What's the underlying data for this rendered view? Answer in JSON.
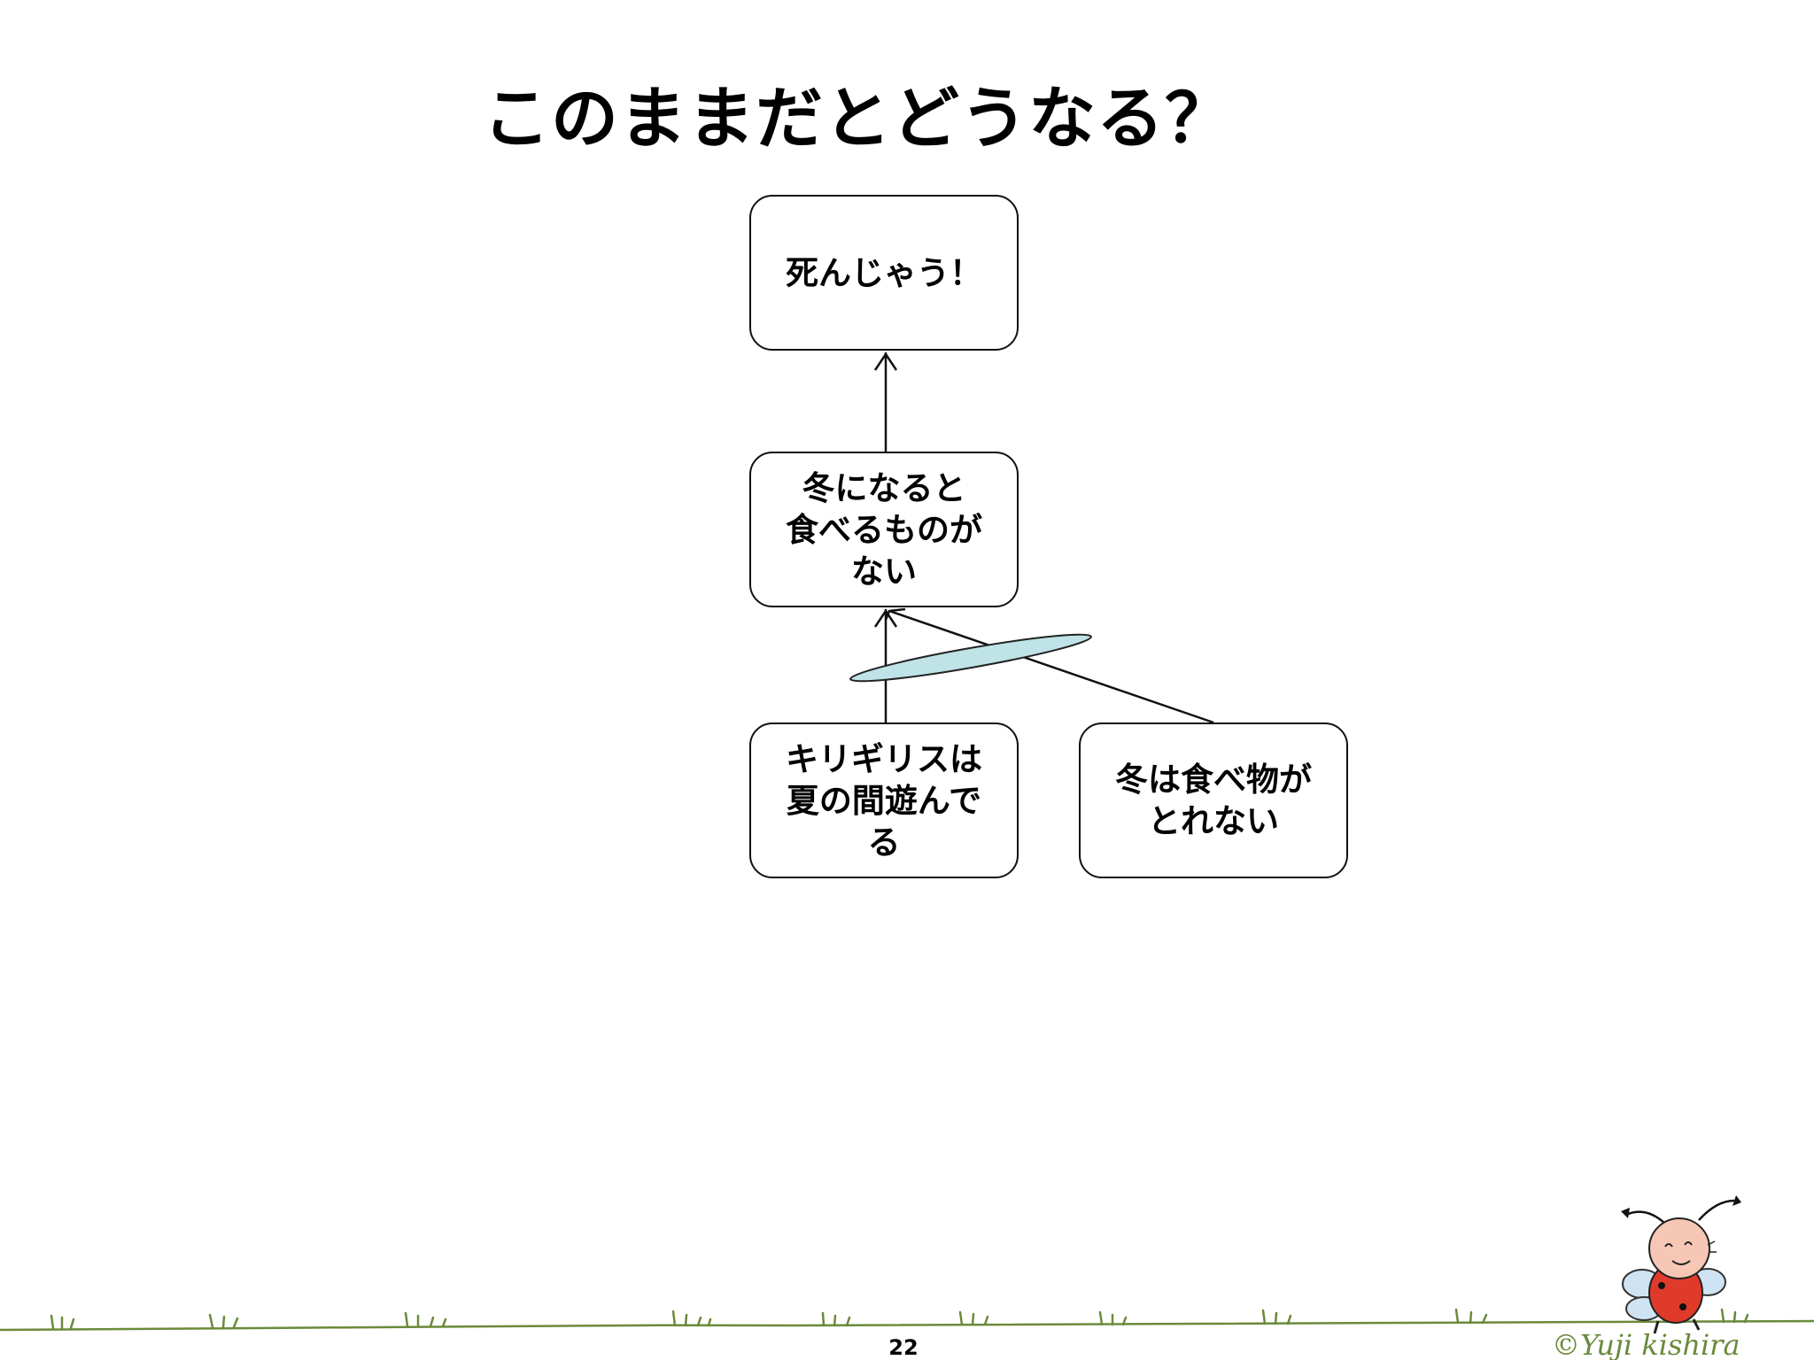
{
  "slide": {
    "title": "このままだとどうなる？",
    "page_number": "22",
    "copyright": "©Yuji kishira"
  },
  "diagram": {
    "nodes": [
      {
        "id": "death",
        "text": "死んじゃう！"
      },
      {
        "id": "no-food-winter",
        "text": "冬になると\n食べるものが\nない"
      },
      {
        "id": "grasshopper-plays",
        "text": "キリギリスは\n夏の間遊んで\nる"
      },
      {
        "id": "no-food-available",
        "text": "冬は食べ物が\nとれない"
      }
    ],
    "edges": [
      {
        "from": "no-food-winter",
        "to": "death"
      },
      {
        "from": "grasshopper-plays",
        "to": "no-food-winter"
      },
      {
        "from": "no-food-available",
        "to": "no-food-winter"
      }
    ],
    "and_connector": {
      "edges": [
        "grasshopper-plays->no-food-winter",
        "no-food-available->no-food-winter"
      ],
      "fill_color": "#bfe3e6"
    }
  },
  "colors": {
    "line": "#111111",
    "grass": "#6a8a3a",
    "copyright": "#6a8a3a"
  },
  "icons": [
    "ladybug-mascot-icon",
    "grass-ground"
  ]
}
